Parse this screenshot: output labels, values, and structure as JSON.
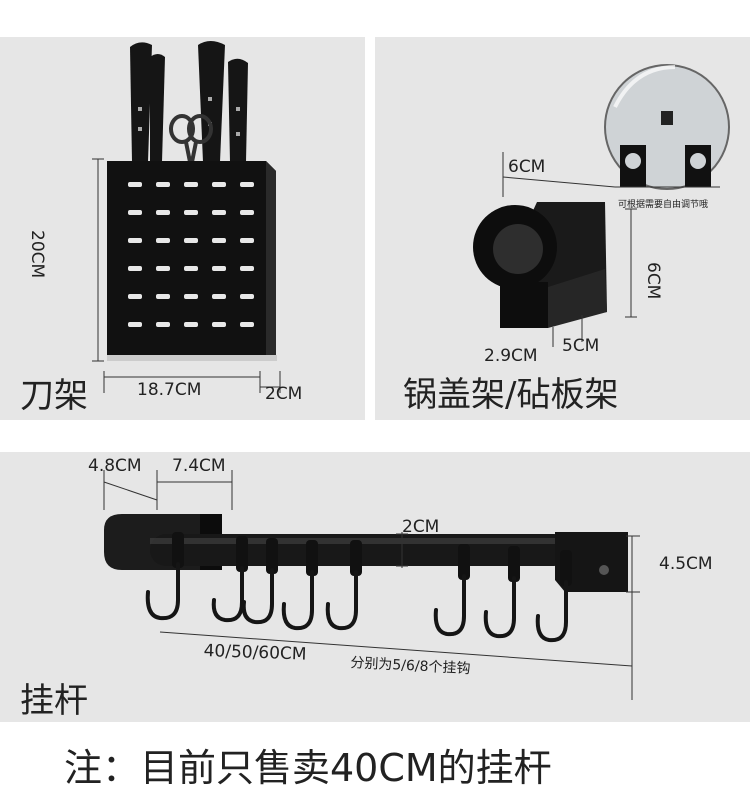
{
  "knife_rack": {
    "title": "刀架",
    "height": "20CM",
    "width": "18.7CM",
    "depth": "2CM"
  },
  "lid_rack": {
    "title": "锅盖架/砧板架",
    "width": "6CM",
    "height": "6CM",
    "depth_a": "2.9CM",
    "depth_b": "5CM",
    "adjust_note": "可根据需要自由调节哦"
  },
  "hanging_rod": {
    "title": "挂杆",
    "end_width": "4.8CM",
    "hook_spacing": "7.4CM",
    "rod_diameter": "2CM",
    "end_height": "4.5CM",
    "length_options": "40/50/60CM",
    "hooks_note": "分别为5/6/8个挂钩"
  },
  "footer_note": "注：目前只售卖40CM的挂杆"
}
